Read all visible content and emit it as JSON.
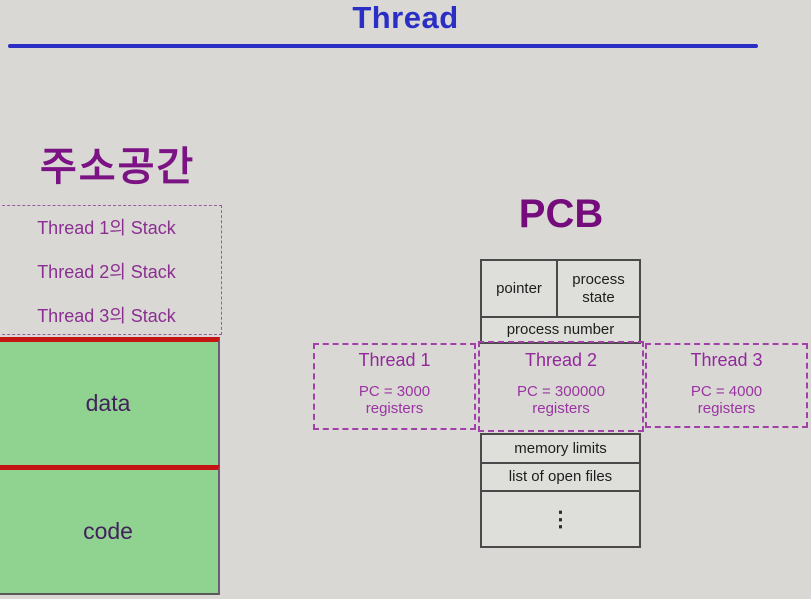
{
  "slide": {
    "title": "Thread"
  },
  "address_space": {
    "heading": "주소공간",
    "stacks": [
      "Thread 1의 Stack",
      "Thread 2의 Stack",
      "Thread 3의 Stack"
    ],
    "data_label": "data",
    "code_label": "code"
  },
  "pcb": {
    "heading": "PCB",
    "cells": {
      "pointer": "pointer",
      "process_state": "process state",
      "process_number": "process number",
      "memory_limits": "memory limits",
      "open_files": "list of open files",
      "ellipsis": "⋮"
    }
  },
  "threads": [
    {
      "name": "Thread 1",
      "pc": "PC = 3000",
      "registers": "registers"
    },
    {
      "name": "Thread 2",
      "pc": "PC =  300000",
      "registers": "registers"
    },
    {
      "name": "Thread 3",
      "pc": "PC =  4000",
      "registers": "registers"
    }
  ],
  "colors": {
    "background": "#d9d8d5",
    "title_blue": "#2b2ec5",
    "heading_purple": "#7c1384",
    "pcb_purple": "#750c7c",
    "thread_text_purple": "#93279b",
    "stack_text_purple": "#8b2e91",
    "segment_green": "#90d290",
    "divider_red": "#c41414",
    "zigzag_green": "#6fa96f",
    "table_fill": "#dededa",
    "table_border": "#4a4a4a"
  }
}
